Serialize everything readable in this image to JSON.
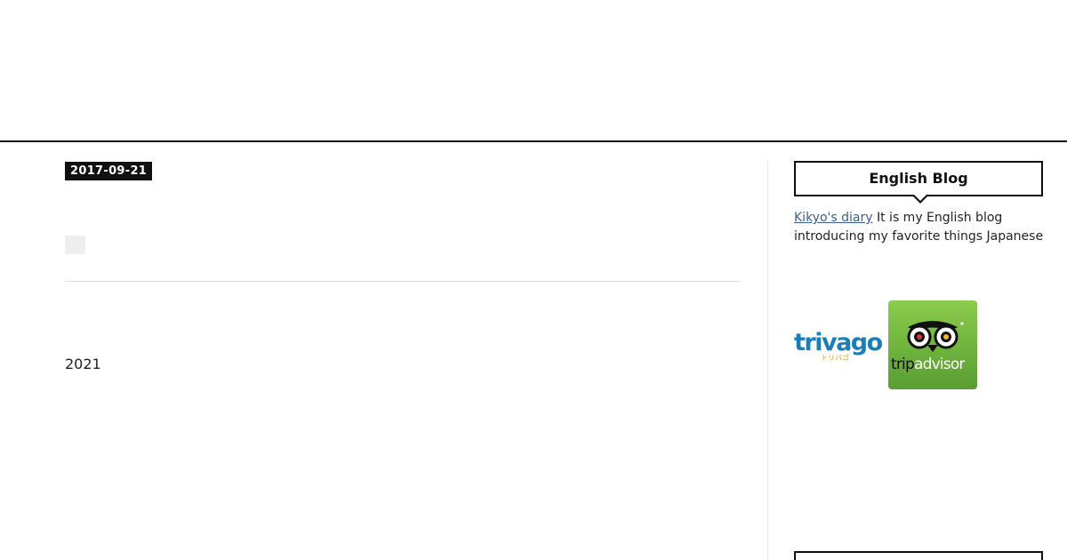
{
  "post": {
    "date": "2017-09-21",
    "year": "2021"
  },
  "sidebar": {
    "english_blog": {
      "title": "English Blog",
      "link_text": "Kikyo's diary",
      "description": " It is my English blog introducing my favorite things Japanese"
    },
    "badges": {
      "trivago_text": "trivago",
      "trivago_subtext": "トリバゴ",
      "tripadvisor_text_a": "trip",
      "tripadvisor_text_b": "advisor"
    }
  },
  "colors": {
    "header_rule": "#111111",
    "date_badge_bg": "#111111",
    "link": "#3b5f88",
    "tripadvisor_green": "#6eb33d"
  }
}
